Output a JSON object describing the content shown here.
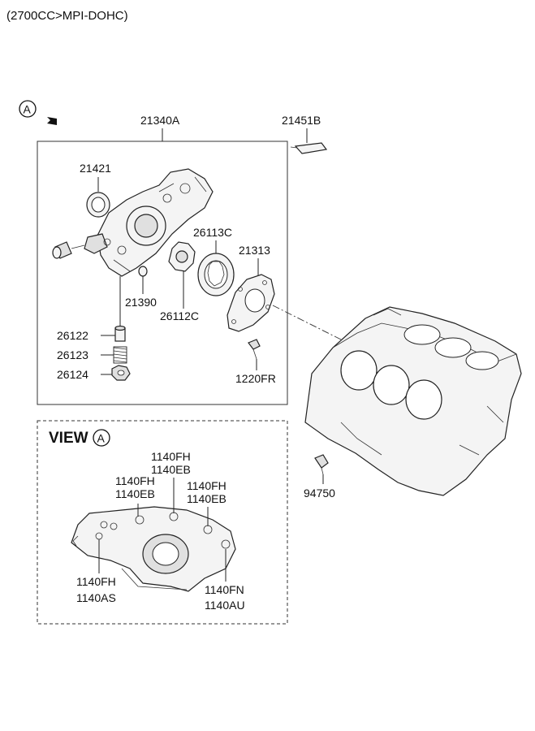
{
  "header": {
    "title": "(2700CC>MPI-DOHC)"
  },
  "view_marker": {
    "letter": "A"
  },
  "labels": {
    "p21340A": "21340A",
    "p21451B": "21451B",
    "p21421": "21421",
    "p26113C": "26113C",
    "p21313": "21313",
    "p21390": "21390",
    "p26112C": "26112C",
    "p26122": "26122",
    "p26123": "26123",
    "p26124": "26124",
    "p1220FR": "1220FR",
    "p94750": "94750"
  },
  "view_panel": {
    "title": "VIEW",
    "letter": "A",
    "labels": {
      "top_1": "1140FH",
      "top_2": "1140EB",
      "left_1": "1140FH",
      "left_2": "1140EB",
      "right_1": "1140FH",
      "right_2": "1140EB",
      "bl_1": "1140FH",
      "bl_2": "1140AS",
      "br_1": "1140FN",
      "br_2": "1140AU"
    }
  }
}
